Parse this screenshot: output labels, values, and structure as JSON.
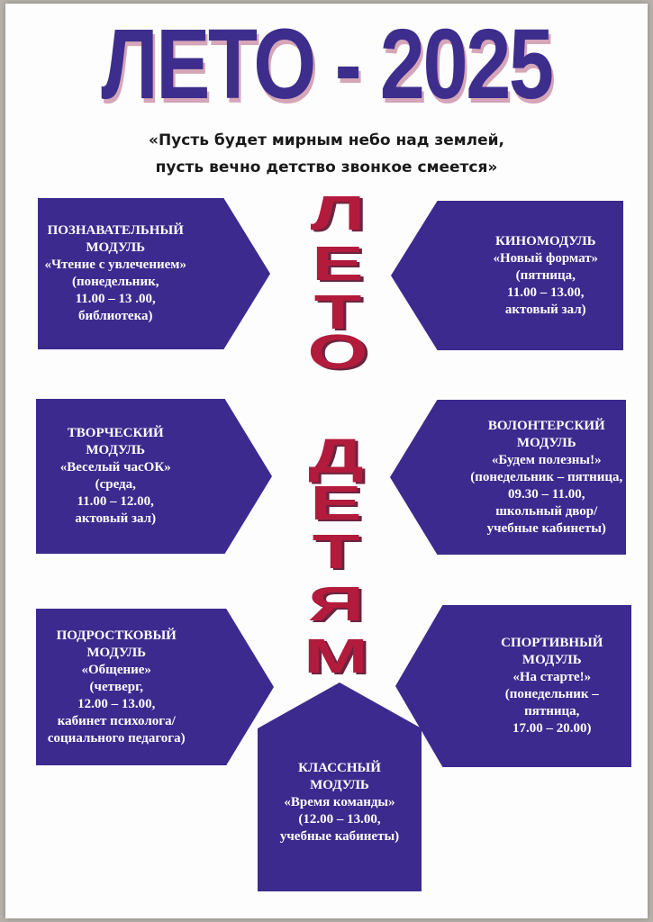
{
  "title": "ЛЕТО - 2025",
  "subtitle": [
    "«Пусть будет мирным небо над землей,",
    "пусть вечно детство звонкое смеется»"
  ],
  "vertical_text": [
    "Л",
    "Е",
    "Т",
    "О",
    "Д",
    "Е",
    "Т",
    "Я",
    "М"
  ],
  "modules": [
    {
      "lines": [
        "ПОЗНАВАТЕЛЬНЫЙ",
        "МОДУЛЬ",
        "«Чтение с увлечением»",
        "(понедельник,",
        "11.00 – 13 .00,",
        "библиотека)"
      ]
    },
    {
      "lines": [
        "КИНОМОДУЛЬ",
        "«Новый формат»",
        "(пятница,",
        "11.00 – 13.00,",
        "актовый зал)"
      ]
    },
    {
      "lines": [
        "ТВОРЧЕСКИЙ",
        "МОДУЛЬ",
        "«Веселый часОК»",
        "(среда,",
        "11.00 – 12.00,",
        "актовый зал)"
      ]
    },
    {
      "lines": [
        "ВОЛОНТЕРСКИЙ",
        "МОДУЛЬ",
        "«Будем полезны!»",
        "(понедельник – пятница,",
        "09.30 – 11.00,",
        "школьный двор/",
        "учебные кабинеты)"
      ]
    },
    {
      "lines": [
        "ПОДРОСТКОВЫЙ",
        "МОДУЛЬ",
        "«Общение»",
        "(четверг,",
        "12.00 – 13.00,",
        "кабинет психолога/",
        "социального педагога)"
      ]
    },
    {
      "lines": [
        "СПОРТИВНЫЙ",
        "МОДУЛЬ",
        "«На старте!»",
        "(понедельник –",
        "пятница,",
        "17.00 – 20.00)"
      ]
    },
    {
      "lines": [
        "КЛАССНЫЙ",
        "МОДУЛЬ",
        "«Время команды»",
        "(12.00 – 13.00,",
        "учебные кабинеты)"
      ]
    }
  ],
  "colors": {
    "module_bg": "#3c2a8e",
    "title": "#3d2d8c",
    "vertical_text": "#b21b3c"
  }
}
